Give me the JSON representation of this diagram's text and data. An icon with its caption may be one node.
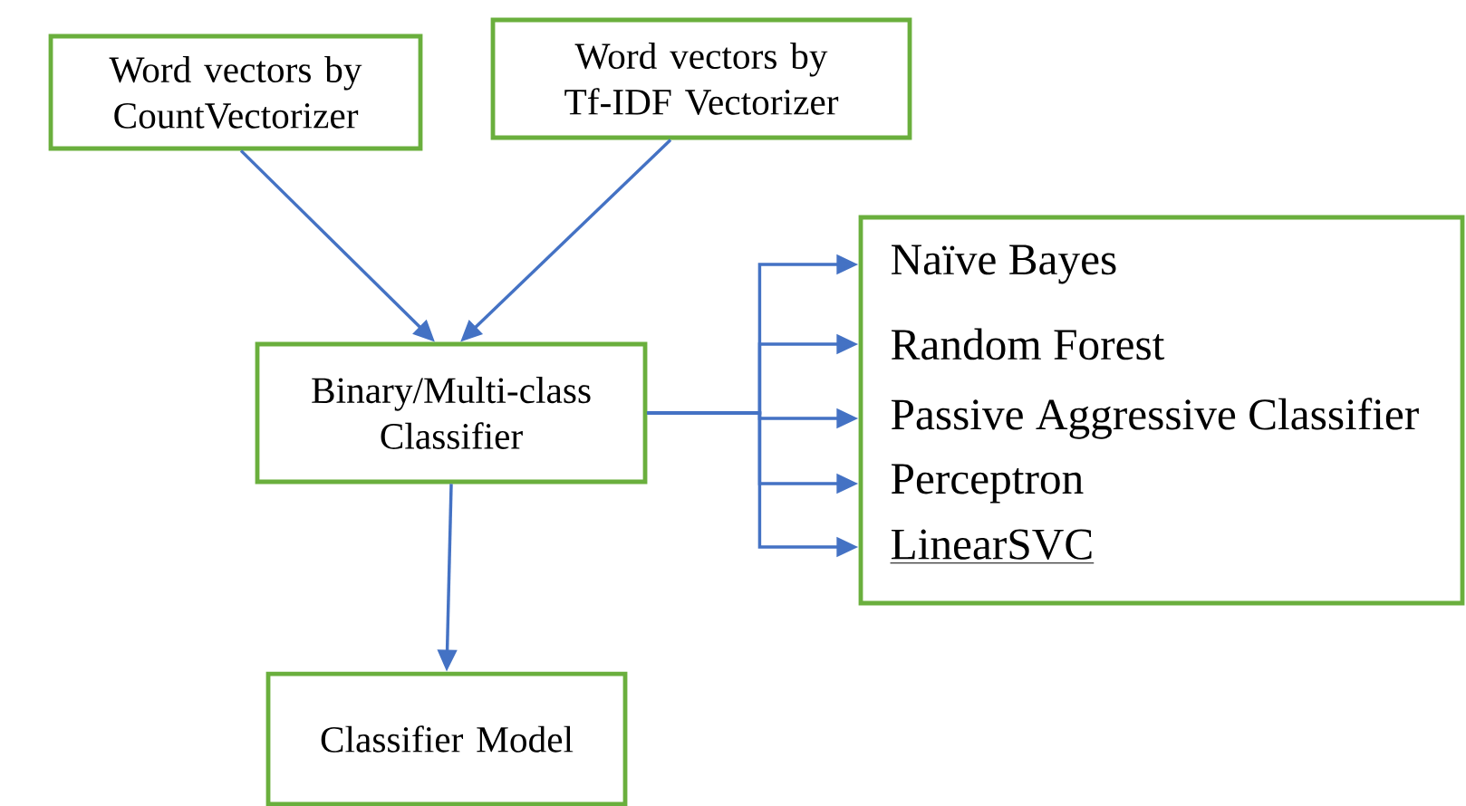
{
  "diagram": {
    "nodes": [
      {
        "text": [
          "Word vectors by CountVectorizer"
        ]
      },
      {
        "text": [
          "Word vectors by Tf-IDF Vectorizer"
        ]
      },
      {
        "text": [
          "Binary/Multi-class Classifier"
        ]
      },
      {
        "text": [],
        "shape": "box"
      },
      {
        "text": [
          "Naïve Bayes"
        ],
        "in": 3
      },
      {
        "text": [
          "Random Forest"
        ],
        "in": 3
      },
      {
        "text": [
          "Passive Aggressive Classifier"
        ],
        "in": 3
      },
      {
        "text": [
          "Perceptron"
        ],
        "in": 3
      },
      {
        "text": [
          "LinearSVC"
        ],
        "in": 3
      },
      {
        "text": [
          "Classifier Model"
        ]
      }
    ],
    "edges": [
      {
        "from": 0,
        "to": 2,
        "arrow": "to"
      },
      {
        "from": 1,
        "to": 2,
        "arrow": "to"
      },
      {
        "from": 2,
        "to": 4,
        "arrow": "to"
      },
      {
        "from": 2,
        "to": 5,
        "arrow": "to"
      },
      {
        "from": 2,
        "to": 6,
        "arrow": "to"
      },
      {
        "from": 2,
        "to": 7,
        "arrow": "to"
      },
      {
        "from": 2,
        "to": 8,
        "arrow": "to"
      },
      {
        "from": 2,
        "to": 9,
        "arrow": "to"
      }
    ]
  }
}
